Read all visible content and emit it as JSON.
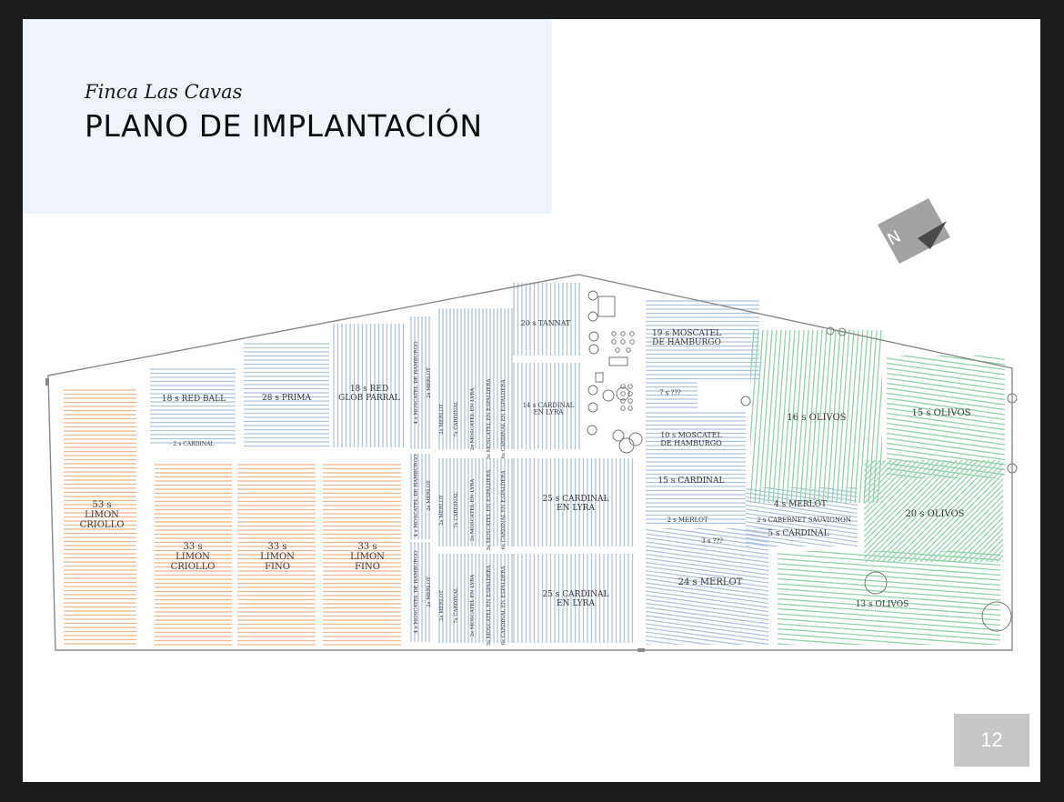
{
  "header": {
    "subtitle": "Finca Las Cavas",
    "title": "PLANO DE IMPLANTACIÓN"
  },
  "page_number": "12",
  "compass": {
    "letter": "N"
  },
  "colors": {
    "citrus": "#f2b48a",
    "grape": "#aec4dc",
    "olive": "#8fd3a8",
    "outline": "#8a8a8a"
  },
  "plots": {
    "limon_53": "53 s\nLIMON\nCRIOLLO",
    "limon_33_criollo": "33 s\nLIMON\nCRIOLLO",
    "limon_33_fino_a": "33 s\nLIMON\nFINO",
    "limon_33_fino_b": "33 s\nLIMON\nFINO",
    "red_ball": "18 s RED BALL",
    "cardinal_2": "2 s CARDINAL",
    "prima": "28 s PRIMA",
    "red_glob": "18 s RED\nGLOB PARRAL",
    "tannat": "20 s TANNAT",
    "cardinal_lyra_14": "14 s CARDINAL\nEN LYRA",
    "cardinal_lyra_25a": "25 s CARDINAL\nEN LYRA",
    "cardinal_lyra_25b": "25 s CARDINAL\nEN LYRA",
    "moscatel_19": "19 s MOSCATEL\nDE HAMBURGO",
    "unknown_7": "7 s ???",
    "moscatel_10": "10 s MOSCATEL\nDE HAMBURGO",
    "cardinal_15": "15 s CARDINAL",
    "merlot_2": "2 s MERLOT",
    "unknown_3": "3 s ???",
    "merlot_24": "24 s MERLOT",
    "merlot_4": "4 s MERLOT",
    "cabernet_2": "2 s CABERNET SAUVIGNON",
    "cardinal_5": "5 s CARDINAL",
    "olivos_16": "16 s OLIVOS",
    "olivos_15": "15 s OLIVOS",
    "olivos_20": "20 s OLIVOS",
    "olivos_13": "13 s OLIVOS"
  },
  "vertical_labels": {
    "col1": "4 s MOSCATEL DE HAMBURGO",
    "col2": "2s MERLOT",
    "col3": "2s MERLOT",
    "col4": "7s CARDINAL",
    "col5": "2s MOSCATEL EN LYRA",
    "col6": "3s MOSCATEL EN ESPALDERA",
    "col7": "6s CARDINAL EN ESPALDERA"
  }
}
